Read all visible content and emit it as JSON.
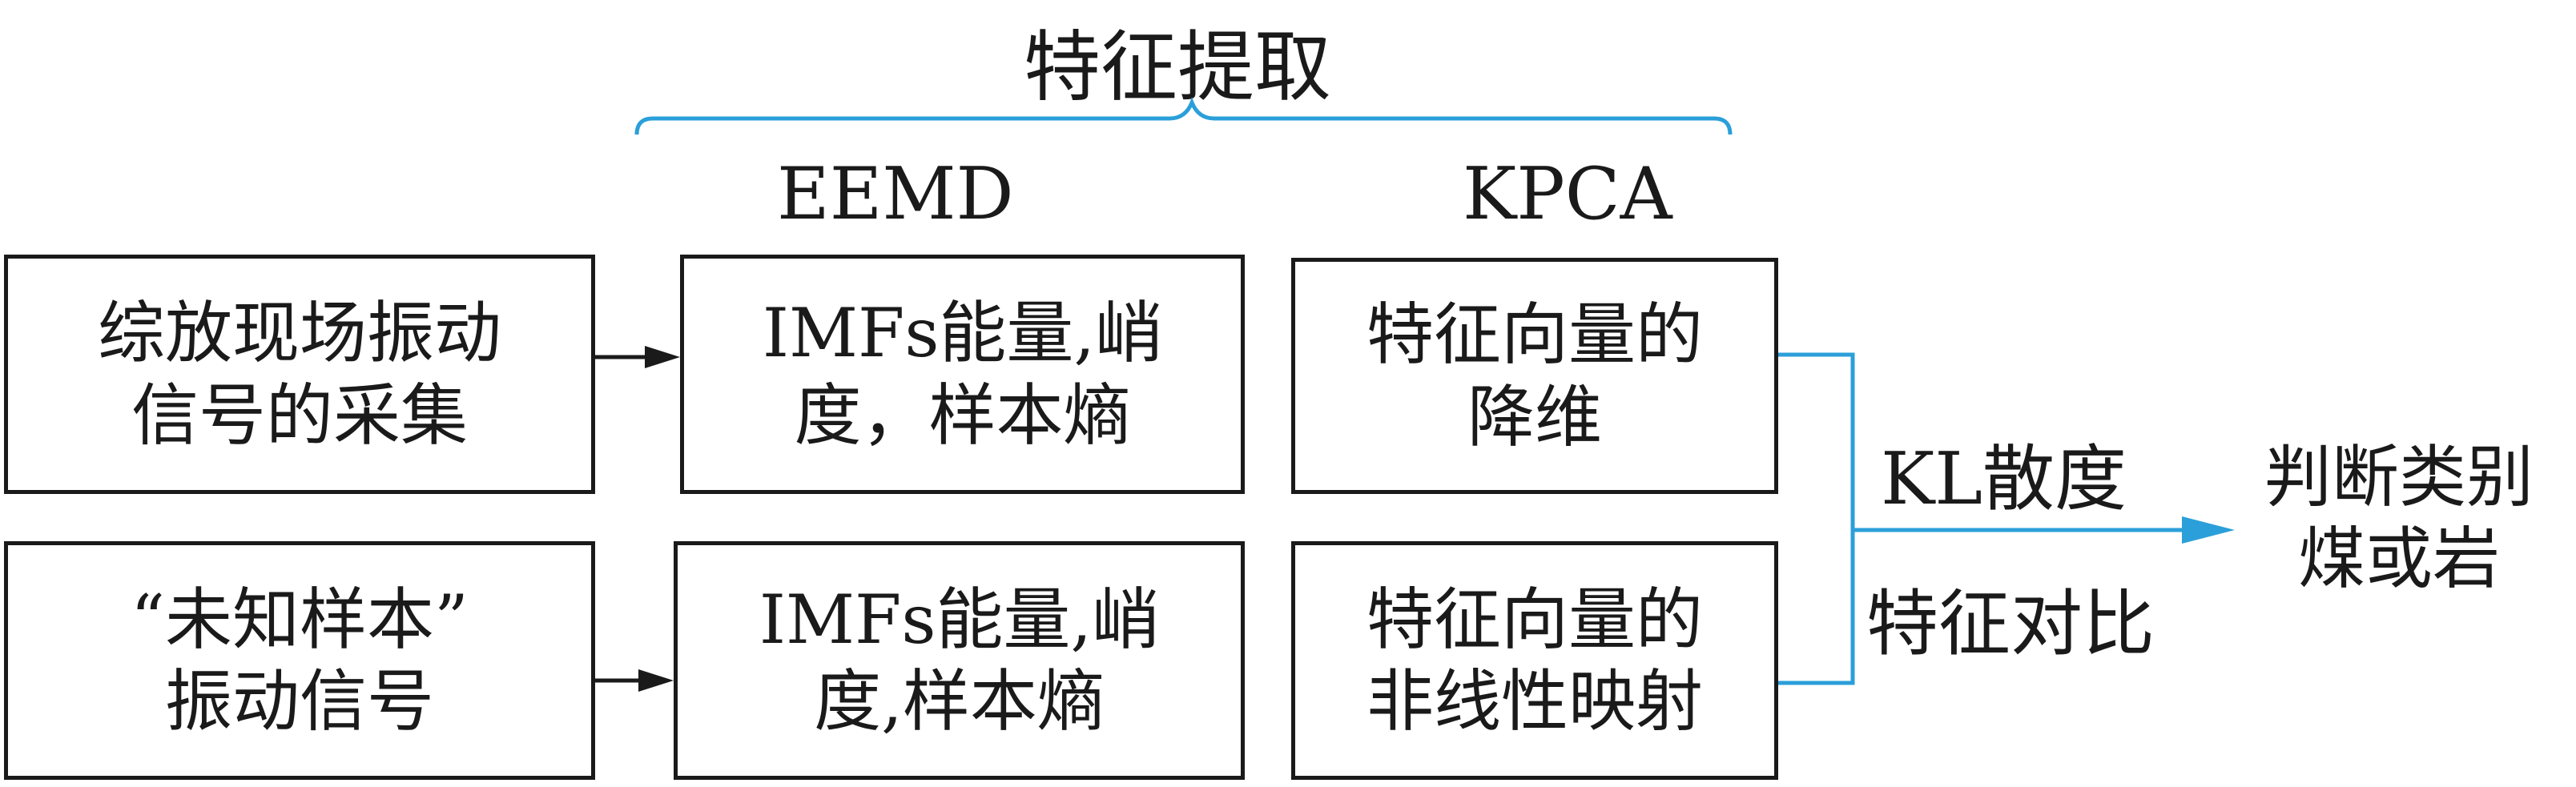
{
  "title": "特征提取",
  "column_headers": {
    "eemd": "EEMD",
    "kpca": "KPCA"
  },
  "rows": [
    {
      "source": [
        "综放现场振动",
        "信号的采集"
      ],
      "eemd_features": [
        "IMFs能量,峭",
        "度，样本熵"
      ],
      "kpca_step": [
        "特征向量的",
        "降维"
      ]
    },
    {
      "source": [
        "“未知样本”",
        "振动信号"
      ],
      "eemd_features": [
        "IMFs能量,峭",
        "度,样本熵"
      ],
      "kpca_step": [
        "特征向量的",
        "非线性映射"
      ]
    }
  ],
  "comparison": {
    "label_top": "KL散度",
    "label_bottom": "特征对比"
  },
  "result": [
    "判断类别",
    "煤或岩"
  ],
  "colors": {
    "line": "#1a1a1a",
    "accent": "#2b9fd9"
  }
}
